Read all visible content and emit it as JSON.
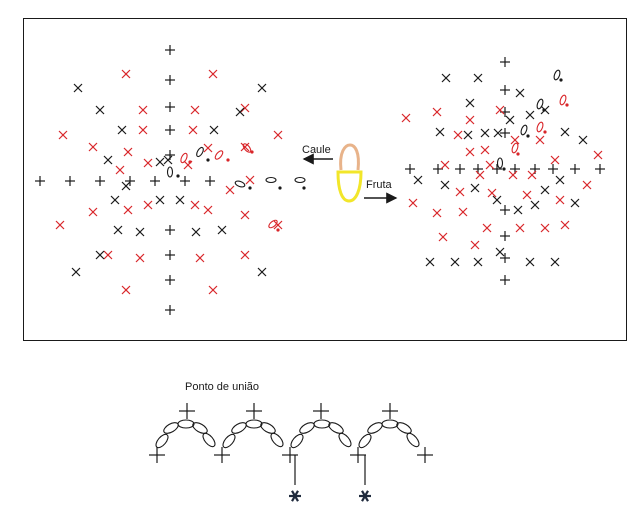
{
  "labels": {
    "stem": "Caule",
    "fruit": "Fruta",
    "join_stitch": "Ponto de união"
  },
  "colors": {
    "black": "#1a1a1a",
    "red": "#d9262a",
    "stem": "#e8b38a",
    "fruit": "#f2e62a"
  },
  "symbols": {
    "single_crochet": "plus-symbol",
    "increase": "x-symbol",
    "chain": "oval-symbol",
    "slip_stitch": "dot-symbol",
    "fasten": "asterisk-symbol"
  }
}
